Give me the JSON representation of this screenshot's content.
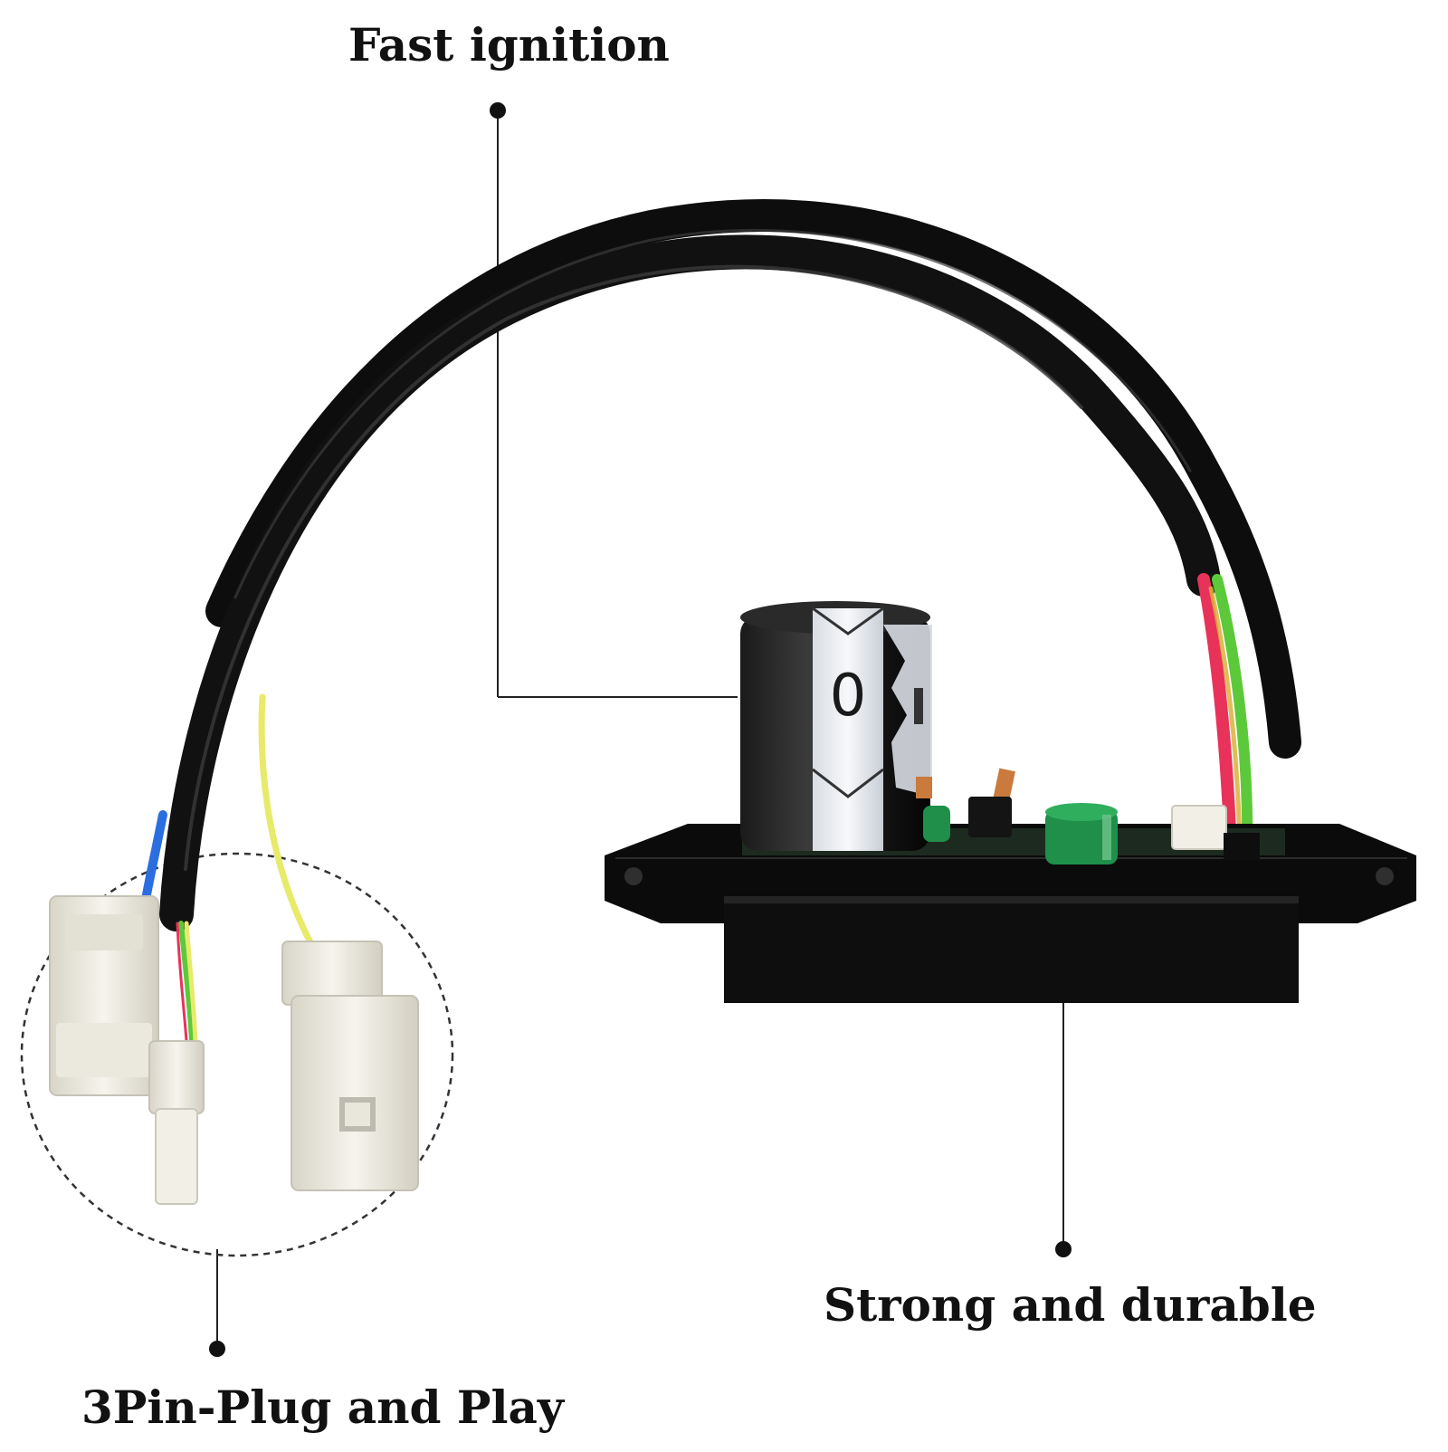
{
  "callouts": {
    "fast_ignition": "Fast ignition",
    "strong_durable": "Strong and durable",
    "plug_play": "3Pin-Plug and Play"
  },
  "capacitor_marking": "0",
  "colors": {
    "background": "#ffffff",
    "cable": "#0d0d0d",
    "wire_red": "#e8325a",
    "wire_green": "#5cc93a",
    "wire_yellow": "#e8ea6a",
    "wire_blue": "#2a6ee0",
    "connector": "#f1efe6",
    "capacitor_green": "#1f8f4a"
  }
}
